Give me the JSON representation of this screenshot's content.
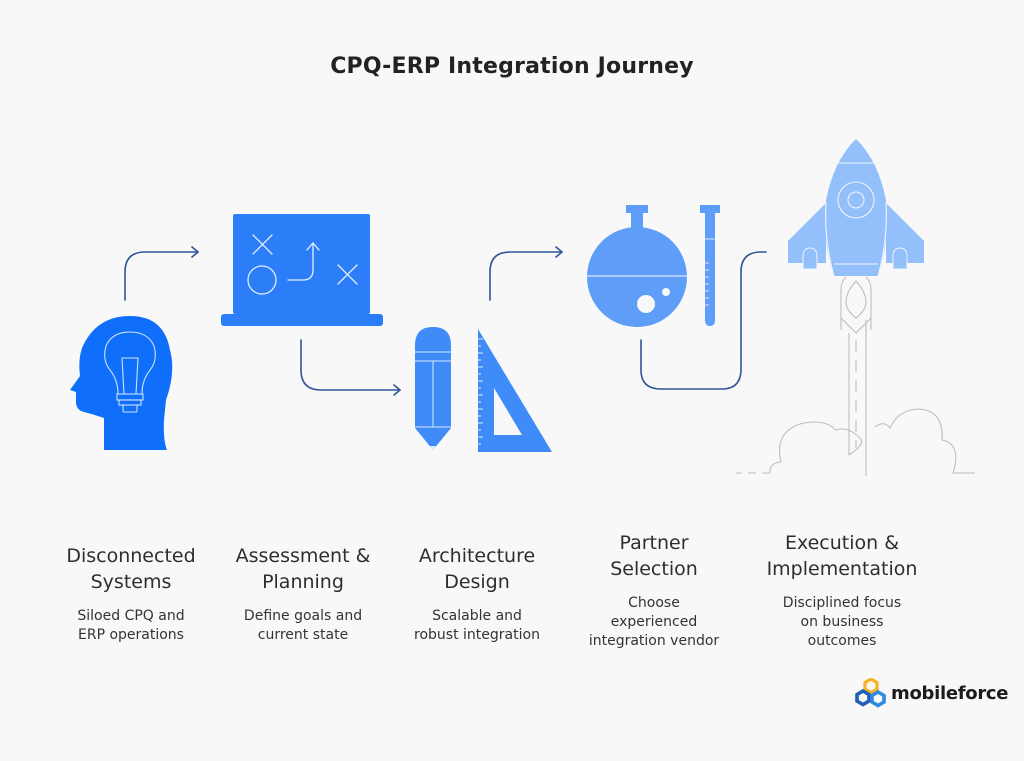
{
  "title": "CPQ-ERP Integration Journey",
  "colors": {
    "background": "#f8f8f8",
    "stage1": "#0f6ffb",
    "stage2": "#2b7ef8",
    "stage3": "#3f8cf9",
    "stage4": "#5e9ef9",
    "stage5": "#93bffa",
    "connector": "#2f5597",
    "exhaust": "#bdbdbd"
  },
  "steps": [
    {
      "name": "Disconnected\nSystems",
      "description": "Siloed CPQ and\nERP operations",
      "icon": "head-lightbulb-icon"
    },
    {
      "name": "Assessment &\nPlanning",
      "description": "Define goals and\ncurrent state",
      "icon": "laptop-strategy-icon"
    },
    {
      "name": "Architecture\nDesign",
      "description": "Scalable and\nrobust integration",
      "icon": "pencil-ruler-icon"
    },
    {
      "name": "Partner\nSelection",
      "description": "Choose\nexperienced\nintegration vendor",
      "icon": "flask-testtube-icon"
    },
    {
      "name": "Execution &\nImplementation",
      "description": "Disciplined focus\non business\noutcomes",
      "icon": "rocket-launch-icon"
    }
  ],
  "logo": {
    "text": "mobileforce",
    "icon": "hexagon-chain-icon"
  }
}
